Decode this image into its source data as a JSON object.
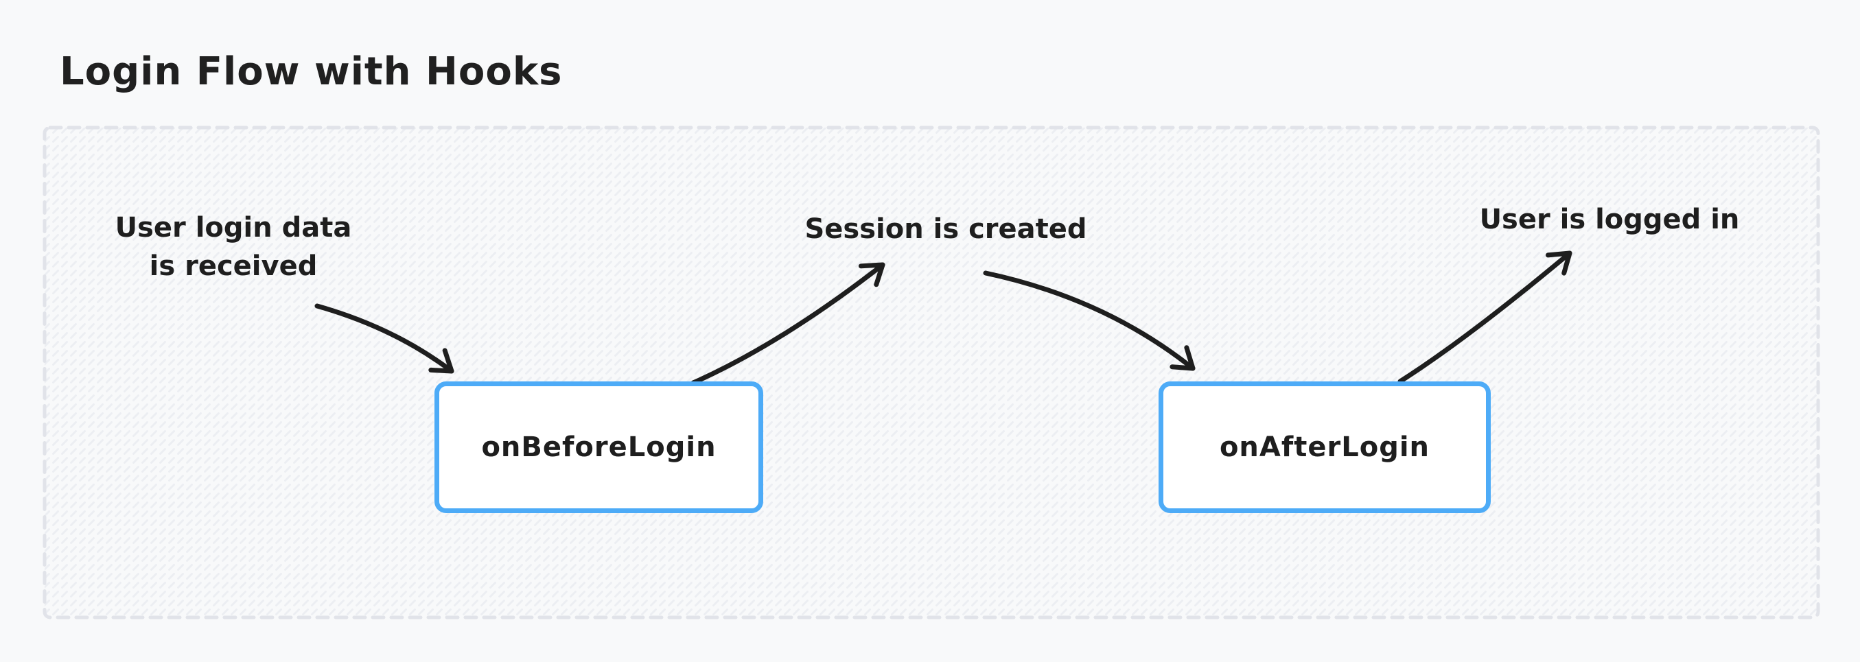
{
  "title": "Login Flow with Hooks",
  "colors": {
    "page_background": "#f8f9fa",
    "frame_dash_border": "#e1e3e9",
    "frame_hatch": "#eceef2",
    "node_border": "#4dabf7",
    "node_fill": "#ffffff",
    "ink": "#1e1e1e"
  },
  "nodes": [
    {
      "id": "onBeforeLogin",
      "label": "onBeforeLogin"
    },
    {
      "id": "onAfterLogin",
      "label": "onAfterLogin"
    }
  ],
  "annotations": {
    "user_login_data": {
      "line1": "User login data",
      "line2": "is received"
    },
    "session_created": "Session is created",
    "user_logged_in": "User is logged in"
  },
  "edges": [
    {
      "from": "user-login-data-note",
      "to": "onBeforeLogin"
    },
    {
      "from": "onBeforeLogin",
      "to": "session-created-note"
    },
    {
      "from": "session-created-note",
      "to": "onAfterLogin"
    },
    {
      "from": "onAfterLogin",
      "to": "user-logged-in-note"
    }
  ]
}
